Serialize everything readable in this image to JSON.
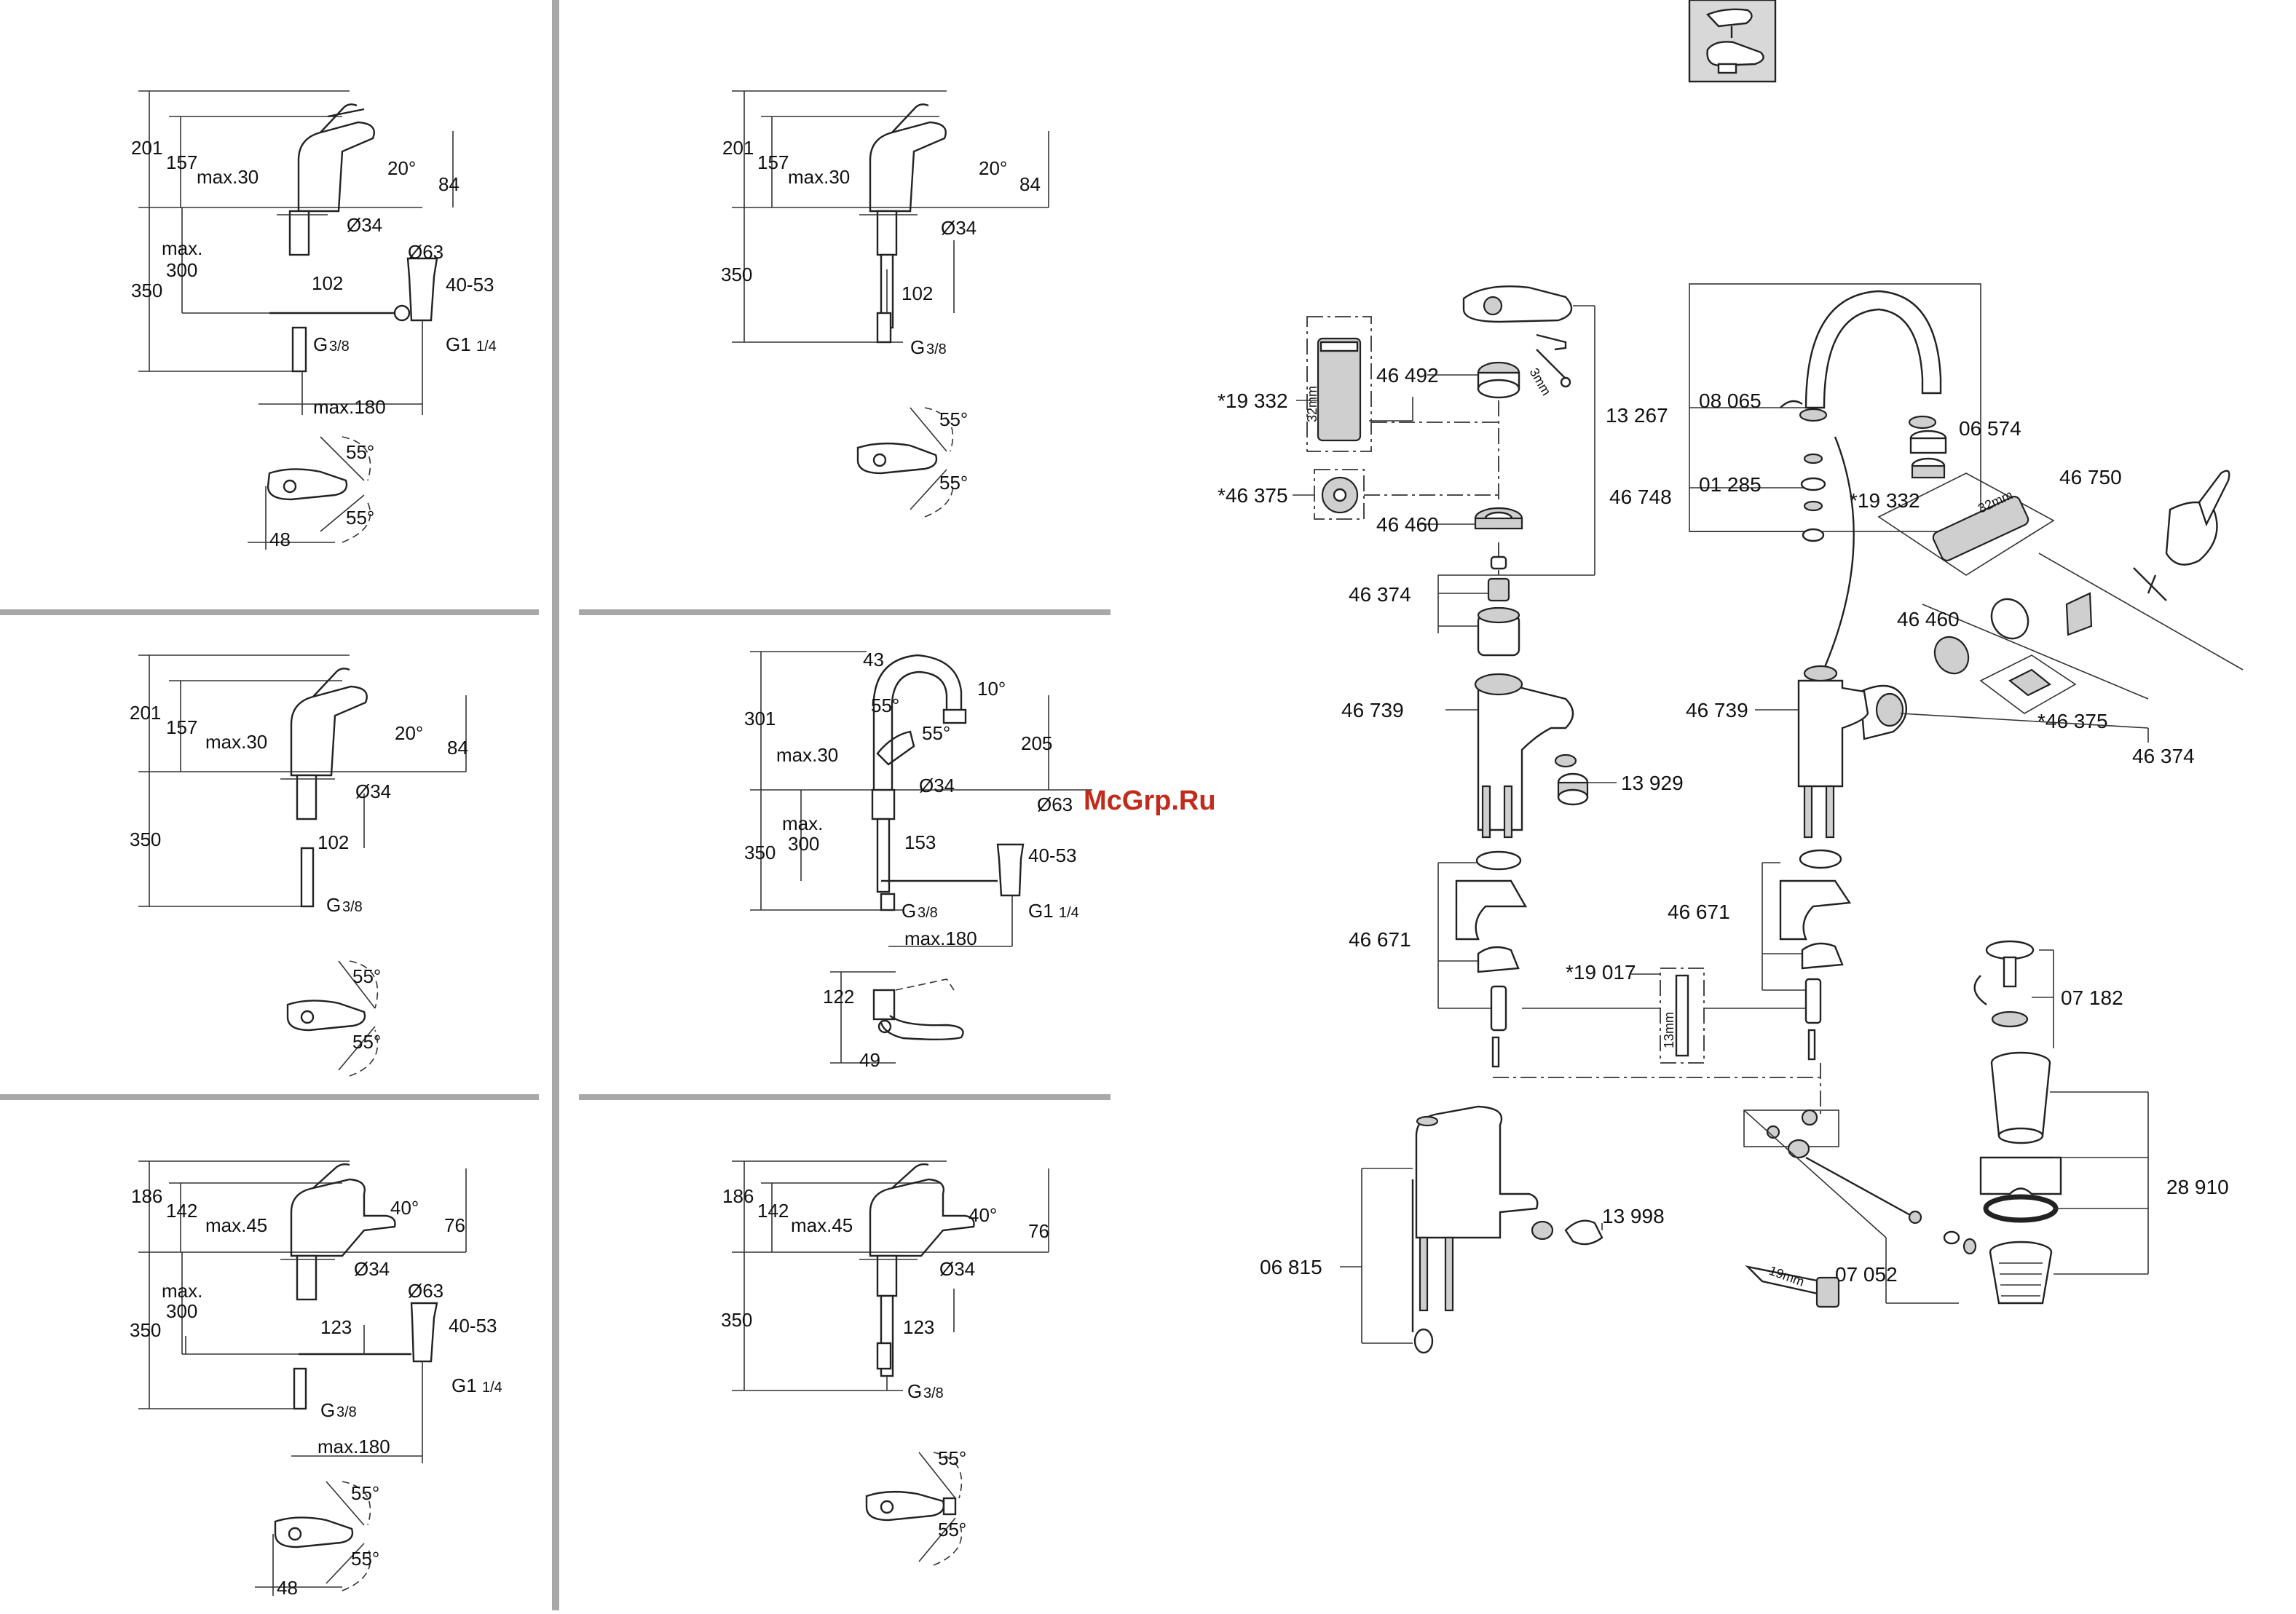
{
  "colors": {
    "line": "#222222",
    "separator": "#a8a8a8",
    "watermark": "#c22a1c"
  },
  "watermark": "McGrp.Ru",
  "icon": "faucet-lever-icon",
  "panels": {
    "p1": {
      "h_total": "201",
      "h_body": "157",
      "max_lever": "max.30",
      "angle_spout": "20°",
      "spout_h": "84",
      "dia_base": "Ø34",
      "dia_waste": "Ø63",
      "max_depth_a": "max.",
      "max_depth_b": "300",
      "depth": "350",
      "dist": "102",
      "waste_range": "40-53",
      "thread": "G",
      "thread_frac": "3/8",
      "waste_thread": "G1",
      "waste_thread_frac": "1/4",
      "max_reach": "max.180",
      "lever_a": "55°",
      "lever_b": "55°",
      "offset": "48"
    },
    "p2": {
      "h_total": "201",
      "h_body": "157",
      "max_lever": "max.30",
      "angle_spout": "20°",
      "spout_h": "84",
      "dia_base": "Ø34",
      "depth": "350",
      "dist": "102",
      "thread": "G",
      "thread_frac": "3/8",
      "lever_a": "55°",
      "lever_b": "55°"
    },
    "p3": {
      "h_total": "201",
      "h_body": "157",
      "max_lever": "max.30",
      "angle_spout": "20°",
      "spout_h": "84",
      "dia_base": "Ø34",
      "depth": "350",
      "dist": "102",
      "thread": "G",
      "thread_frac": "3/8",
      "lever_a": "55°",
      "lever_b": "55°"
    },
    "p4": {
      "h_total": "301",
      "top_w": "43",
      "angle_swivel": "10°",
      "angle_a": "55°",
      "angle_b": "55°",
      "spout_h": "205",
      "max_lever": "max.30",
      "dia_base": "Ø34",
      "dia_waste": "Ø63",
      "max_depth_a": "max.",
      "max_depth_b": "300",
      "depth": "350",
      "dist": "153",
      "waste_range": "40-53",
      "thread": "G",
      "thread_frac": "3/8",
      "waste_thread": "G1",
      "waste_thread_frac": "1/4",
      "max_reach": "max.180",
      "reach": "122",
      "offset": "49"
    },
    "p5": {
      "h_total": "186",
      "h_body": "142",
      "max_lever": "max.45",
      "angle_spout": "40°",
      "spout_h": "76",
      "dia_base": "Ø34",
      "dia_waste": "Ø63",
      "max_depth_a": "max.",
      "max_depth_b": "300",
      "depth": "350",
      "dist": "123",
      "waste_range": "40-53",
      "thread": "G",
      "thread_frac": "3/8",
      "waste_thread": "G1",
      "waste_thread_frac": "1/4",
      "max_reach": "max.180",
      "lever_a": "55°",
      "lever_b": "55°",
      "offset": "48"
    },
    "p6": {
      "h_total": "186",
      "h_body": "142",
      "max_lever": "max.45",
      "angle_spout": "40°",
      "spout_h": "76",
      "dia_base": "Ø34",
      "depth": "350",
      "dist": "123",
      "thread": "G",
      "thread_frac": "3/8",
      "lever_a": "55°",
      "lever_b": "55°"
    }
  },
  "parts": {
    "p19332a": "*19 332",
    "p19332a_mm": "32mm",
    "p46492": "46 492",
    "p46492_mm": "3mm",
    "p46375a": "*46 375",
    "p46460a": "46 460",
    "p46748": "46 748",
    "p46374a": "46 374",
    "p46739a": "46 739",
    "p13929": "13 929",
    "p46671a": "46 671",
    "p13267": "13 267",
    "p08065": "08 065",
    "p06574": "06 574",
    "p01285": "01 285",
    "p19332b": "*19 332",
    "p19332b_mm": "32mm",
    "p46750": "46 750",
    "p46460b": "46 460",
    "p46739b": "46 739",
    "p46375b": "*46 375",
    "p46374b": "46 374",
    "p46671b": "46 671",
    "p19017": "*19 017",
    "p19017_mm": "13mm",
    "p07182": "07 182",
    "p28910": "28 910",
    "p13998": "13 998",
    "p06815": "06 815",
    "p07052": "07 052",
    "p07052_mm": "19mm"
  }
}
